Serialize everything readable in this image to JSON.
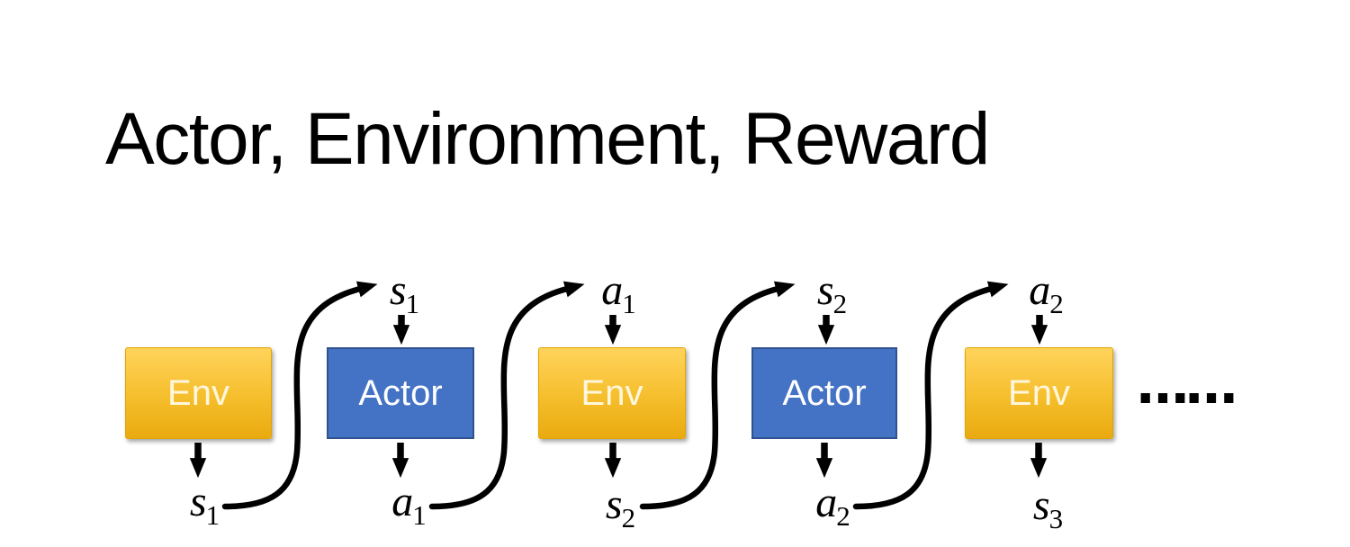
{
  "slide": {
    "title": "Actor, Environment, Reward",
    "continuation_dots": "……"
  },
  "diagram": {
    "boxes": [
      {
        "label": "Env",
        "type": "env"
      },
      {
        "label": "Actor",
        "type": "actor"
      },
      {
        "label": "Env",
        "type": "env"
      },
      {
        "label": "Actor",
        "type": "actor"
      },
      {
        "label": "Env",
        "type": "env"
      }
    ],
    "top_labels": [
      {
        "base": "s",
        "sub": "1"
      },
      {
        "base": "a",
        "sub": "1"
      },
      {
        "base": "s",
        "sub": "2"
      },
      {
        "base": "a",
        "sub": "2"
      }
    ],
    "bottom_labels": [
      {
        "base": "s",
        "sub": "1"
      },
      {
        "base": "a",
        "sub": "1"
      },
      {
        "base": "s",
        "sub": "2"
      },
      {
        "base": "a",
        "sub": "2"
      },
      {
        "base": "s",
        "sub": "3"
      }
    ],
    "colors": {
      "env_fill_top": "#FFD35B",
      "env_fill_bottom": "#EAAA10",
      "env_border": "#E2A400",
      "env_text": "#FFF7DD",
      "actor_fill": "#4472C4",
      "actor_border": "#2F528F",
      "actor_text": "#FFFFFF",
      "arrow": "#000000",
      "title_text": "#000000"
    }
  }
}
